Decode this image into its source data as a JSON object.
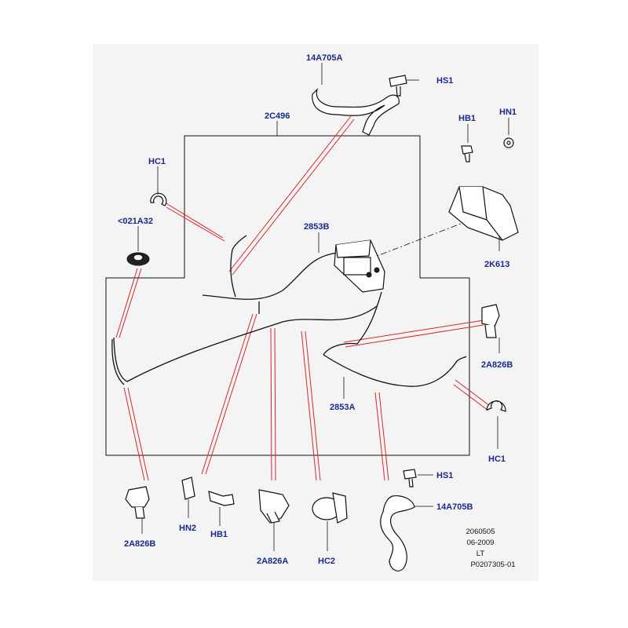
{
  "callouts": {
    "hose_top": "14A705A",
    "screw_top": "HS1",
    "module_cover": "2C496",
    "bolt_right": "HB1",
    "nut_right": "HN1",
    "clip_left": "HC1",
    "grommet": "<021A32",
    "cable_front": "2853B",
    "bracket": "2K613",
    "clip_right_top": "2A826B",
    "cable_rear": "2853A",
    "clip_right": "HC1",
    "screw_bottom": "HS1",
    "hose_bottom": "14A705B",
    "clip_left_bottom": "2A826B",
    "nut_bottom": "HN2",
    "bolt_bottom": "HB1",
    "clip_middle": "2A826A",
    "clip_hc2": "HC2"
  },
  "metadata": {
    "number": "2060505",
    "date": "06-2009",
    "code": "LT",
    "reference": "P0207305-01"
  },
  "colors": {
    "callout_text": "#1a2a8c",
    "highlight_line": "#d8262a",
    "background_panel": "#f4f4f4"
  }
}
